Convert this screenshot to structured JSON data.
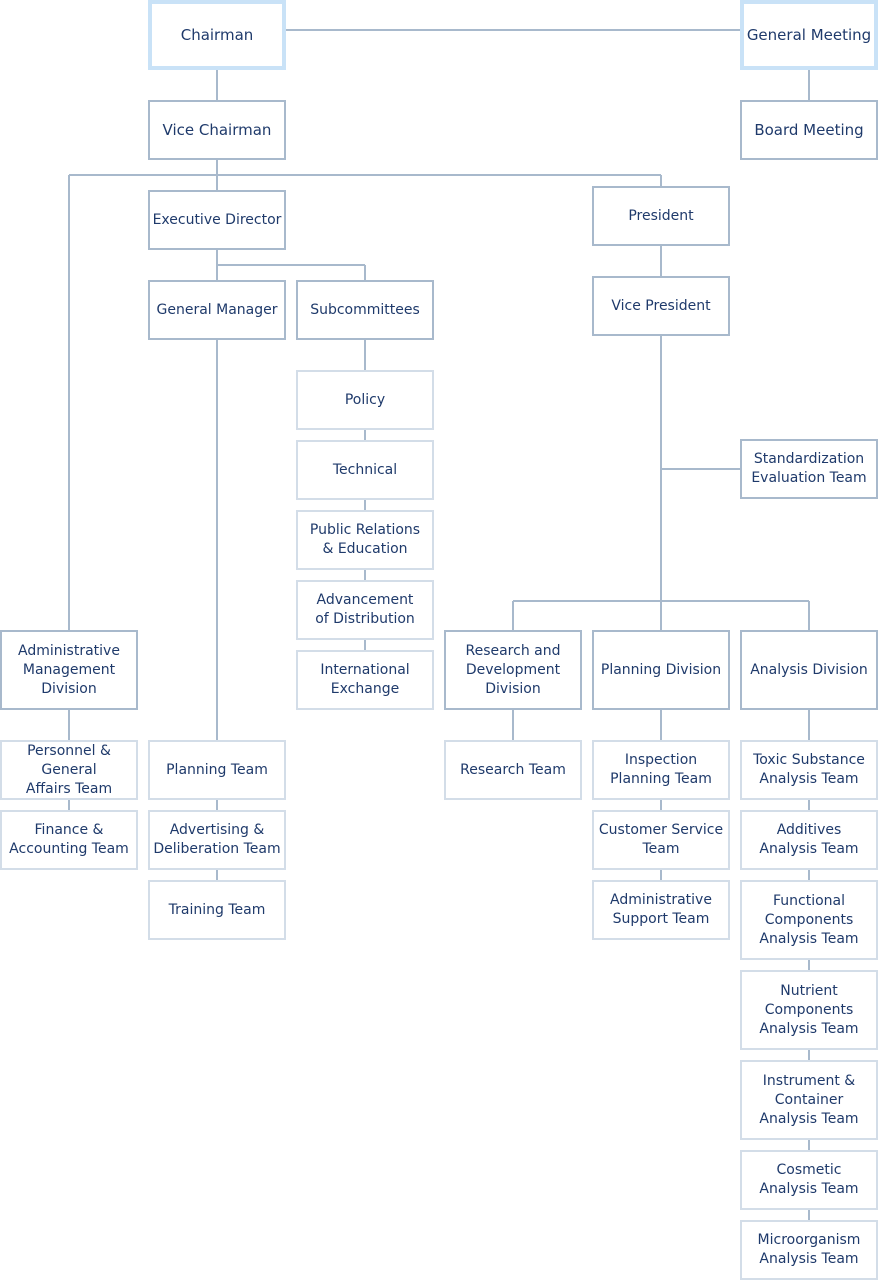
{
  "chairman": "Chairman",
  "general_meeting": "General Meeting",
  "vice_chairman": "Vice Chairman",
  "board_meeting": "Board Meeting",
  "executive_director": "Executive Director",
  "president": "President",
  "general_manager": "General Manager",
  "subcommittees": "Subcommittees",
  "vice_president": "Vice President",
  "subcommittee_items": [
    "Policy",
    "Technical",
    "Public Relations\n& Education",
    "Advancement\nof Distribution",
    "International\nExchange"
  ],
  "standardization": "Standardization\nEvaluation Team",
  "admin_division": "Administrative\nManagement\nDivision",
  "rd_division": "Research and\nDevelopment\nDivision",
  "planning_division": "Planning Division",
  "analysis_division": "Analysis Division",
  "admin_teams": [
    "Personnel & General\nAffairs Team",
    "Finance &\nAccounting Team"
  ],
  "gm_teams": [
    "Planning Team",
    "Advertising &\nDeliberation Team",
    "Training Team"
  ],
  "rd_teams": [
    "Research Team"
  ],
  "planning_teams": [
    "Inspection\nPlanning Team",
    "Customer Service\nTeam",
    "Administrative\nSupport Team"
  ],
  "analysis_teams": [
    "Toxic Substance\nAnalysis Team",
    "Additives\nAnalysis Team",
    "Functional\nComponents\nAnalysis Team",
    "Nutrient\nComponents\nAnalysis Team",
    "Instrument &\nContainer\nAnalysis Team",
    "Cosmetic\nAnalysis Team",
    "Microorganism\nAnalysis Team"
  ]
}
